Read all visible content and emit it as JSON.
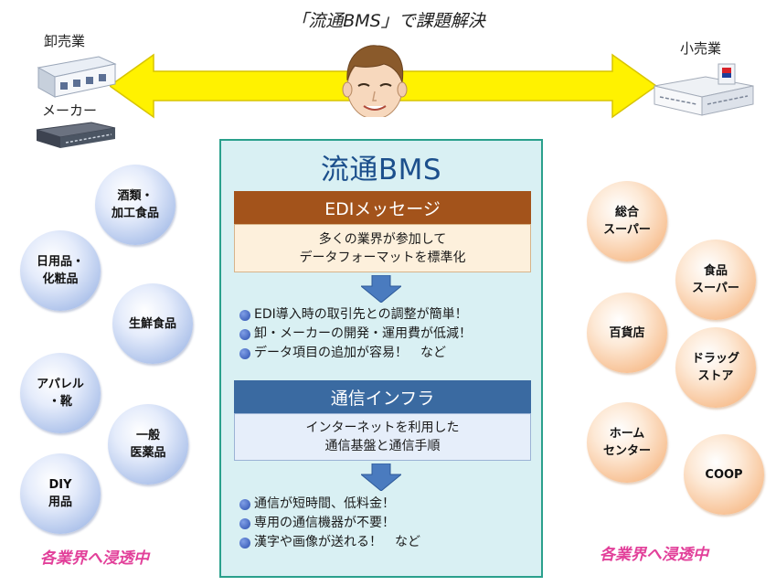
{
  "top_title": "「流通BMS」で課題解決",
  "left_labels": {
    "wholesale": "卸売業",
    "maker": "メーカー"
  },
  "right_labels": {
    "retail": "小売業"
  },
  "panel": {
    "title": "流通BMS",
    "edi": {
      "header": "EDIメッセージ",
      "lines": [
        "多くの業界が参加して",
        "データフォーマットを標準化"
      ],
      "bullets": [
        "EDI導入時の取引先との調整が簡単！",
        "卸・メーカーの開発・運用費が低減！",
        "データ項目の追加が容易！　など"
      ]
    },
    "infra": {
      "header": "通信インフラ",
      "lines": [
        "インターネットを利用した",
        "通信基盤と通信手順"
      ],
      "bullets": [
        "通信が短時間、低料金！",
        "専用の通信機器が不要！",
        "漢字や画像が送れる！　など"
      ]
    }
  },
  "left_circles": [
    {
      "lines": [
        "酒類・",
        "加工食品"
      ]
    },
    {
      "lines": [
        "日用品・",
        "化粧品"
      ]
    },
    {
      "lines": [
        "生鮮食品"
      ]
    },
    {
      "lines": [
        "アパレル",
        "・靴"
      ]
    },
    {
      "lines": [
        "一般",
        "医薬品"
      ]
    },
    {
      "lines": [
        "DIY",
        "用品"
      ]
    }
  ],
  "right_circles": [
    {
      "lines": [
        "総合",
        "スーパー"
      ]
    },
    {
      "lines": [
        "食品",
        "スーパー"
      ]
    },
    {
      "lines": [
        "百貨店"
      ]
    },
    {
      "lines": [
        "ドラッグ",
        "ストア"
      ]
    },
    {
      "lines": [
        "ホーム",
        "センター"
      ]
    },
    {
      "lines": [
        "COOP"
      ]
    }
  ],
  "spread_left": "各業界へ浸透中",
  "spread_right": "各業界へ浸透中",
  "colors": {
    "accent_teal": "#2aa08c",
    "edi_brown": "#a3531b",
    "infra_blue": "#3a6aa1",
    "spread_pink": "#e2409a",
    "arrow_yellow": "#ffee00"
  }
}
